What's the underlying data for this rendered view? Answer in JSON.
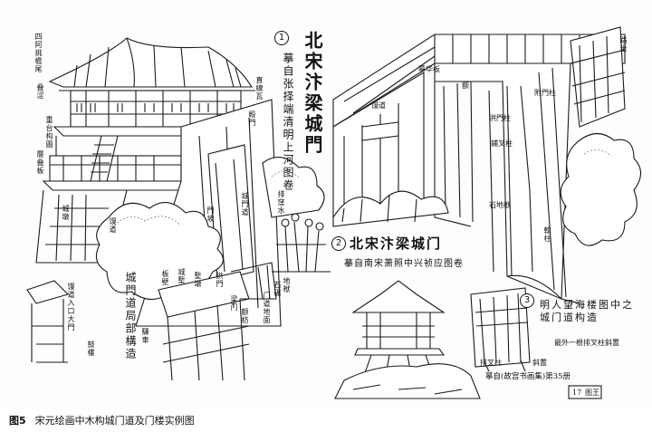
{
  "caption": {
    "figure_no": "图5",
    "text": "宋元绘画中木构城门道及门楼实例图"
  },
  "panel1": {
    "number": "1",
    "title": "北宋汴梁城門",
    "subtitle": "摹自张择端清明上河图卷",
    "labels": {
      "four_corner": "四阿挑檐尾",
      "wall_dripping": "直線瓦",
      "parapet": "叠涩",
      "pingzuo": "重台构圖",
      "beam": "層叠板",
      "pillar": "殿門",
      "gate_roof": "城門道",
      "cattle": "門坡",
      "waterway": "排窪水",
      "ramp": "城墩",
      "walkway": "馒道",
      "walkway_entry": "馒道入口大門",
      "drum": "鼓樓",
      "section": "城門道局部構造",
      "c1": "板壁",
      "c2": "城塹",
      "c3": "塹墩",
      "c4": "拱門",
      "c5": "梁门",
      "c6": "额枋",
      "c7": "石碾",
      "c8": "地栿",
      "c9": "门道地面",
      "c10": "驛車"
    }
  },
  "panel2": {
    "number": "2",
    "title": "北宋汴梁城门",
    "subtitle": "摹自南宋萧照中兴祯应图卷",
    "labels": {
      "a": "摹华板",
      "b": "馒道",
      "c": "额",
      "d": "附門柱",
      "e": "洪門柱",
      "f": "鋪叉柱",
      "g": "石地栿",
      "h": "翰柱",
      "i": "路坐"
    }
  },
  "panel3": {
    "number": "3",
    "title": "明人望海楼图中之城门道构造",
    "subtitle_a": "最外一根排叉柱斜置",
    "label_a": "排叉柱",
    "label_b": "斜置",
    "source": "摹自(故宫书画集)第35册",
    "stamp": "图王",
    "stamp_no": "17"
  }
}
